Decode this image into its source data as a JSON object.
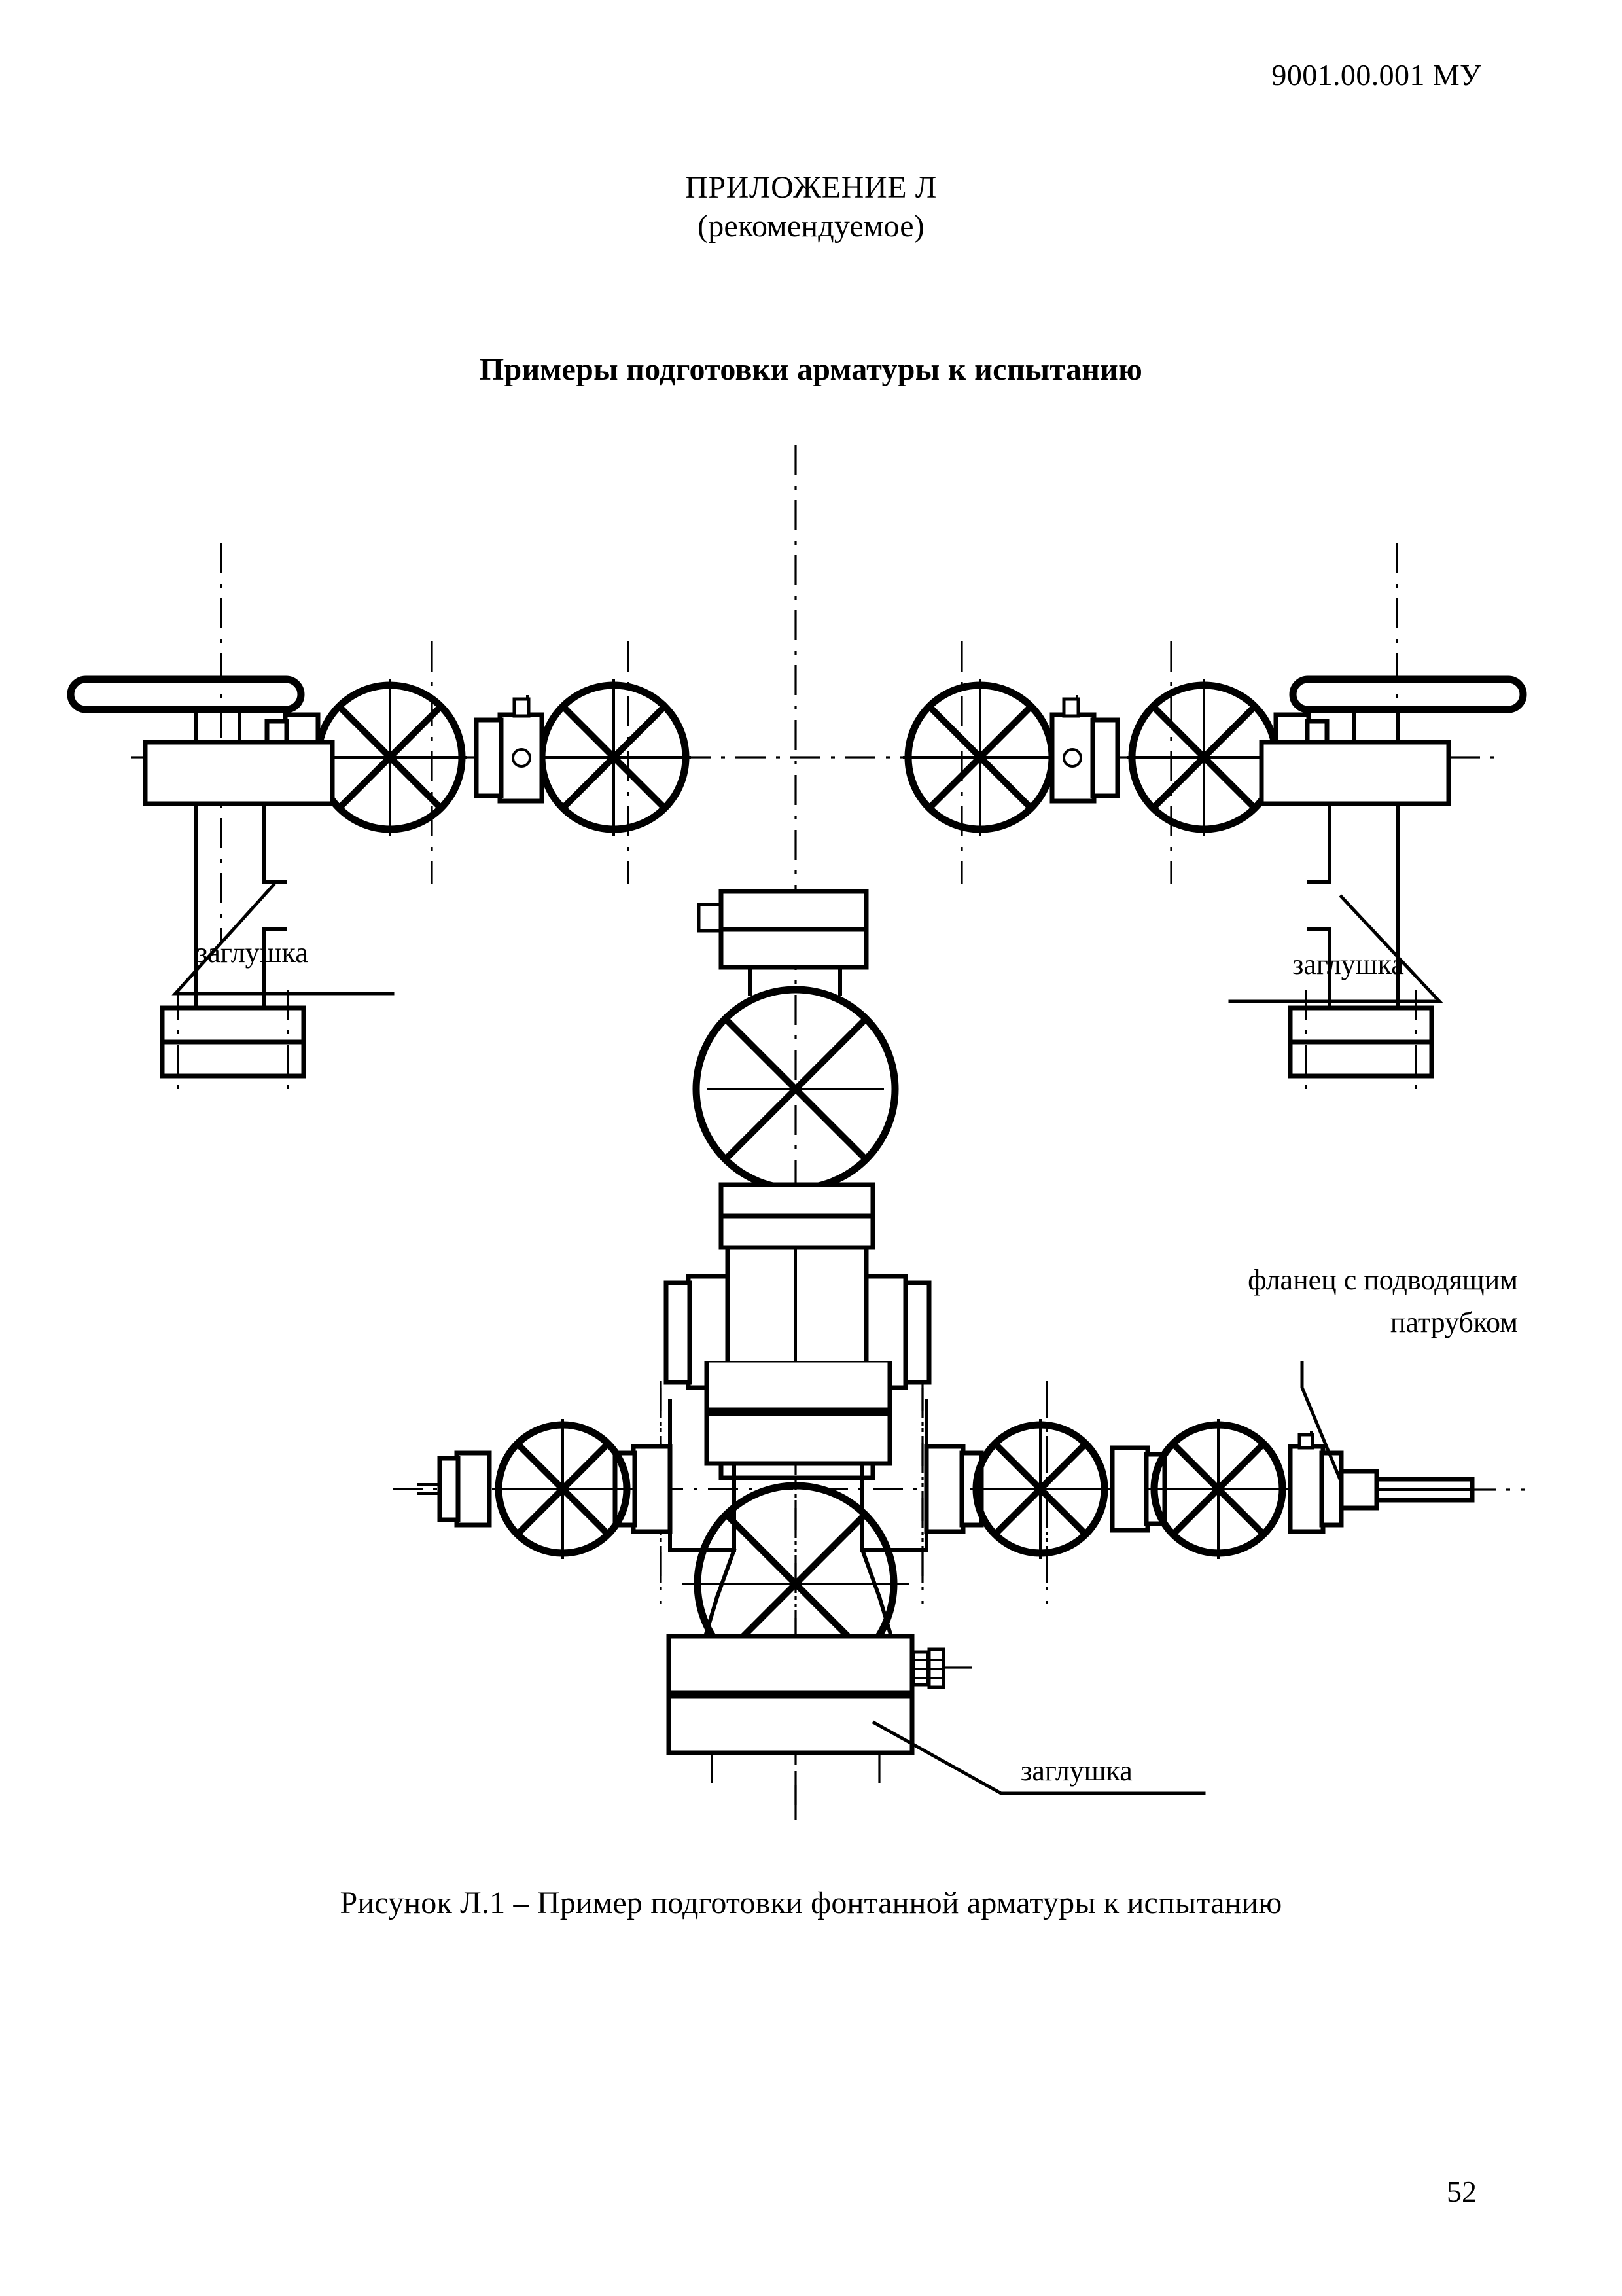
{
  "document": {
    "header_code": "9001.00.001 МУ",
    "page_number": "52"
  },
  "appendix": {
    "title": "ПРИЛОЖЕНИЕ Л",
    "subtitle": "(рекомендуемое)"
  },
  "section": {
    "title": "Примеры подготовки арматуры к испытанию"
  },
  "figure": {
    "caption": "Рисунок Л.1 – Пример подготовки фонтанной арматуры к испытанию",
    "subject": "фонтанная арматура (christmas tree wellhead assembly)",
    "annotations": [
      {
        "id": "left-blank-flange",
        "label": "заглушка",
        "position": "left",
        "points_to": "нижний фланец левой боковой задвижки"
      },
      {
        "id": "right-blank-flange",
        "label": "заглушка",
        "position": "right",
        "points_to": "нижний фланец правой боковой задвижки"
      },
      {
        "id": "inlet-flange",
        "label_line_1": "фланец с подводящим",
        "label_line_2": "патрубком",
        "position": "right-lower",
        "points_to": "правый торцевой фланец нижнего тройника"
      },
      {
        "id": "bottom-blank-flange",
        "label": "заглушка",
        "position": "bottom",
        "points_to": "нижний присоединительный фланец катушки"
      }
    ],
    "components": {
      "handwheels_horizontal": 4,
      "handwheels_vertical": 3,
      "handwheels_lower_branch": 3,
      "cross_body": "крестовина",
      "tee_body": "тройник",
      "blank_flanges": 3,
      "inlet_spigot": 1
    }
  }
}
